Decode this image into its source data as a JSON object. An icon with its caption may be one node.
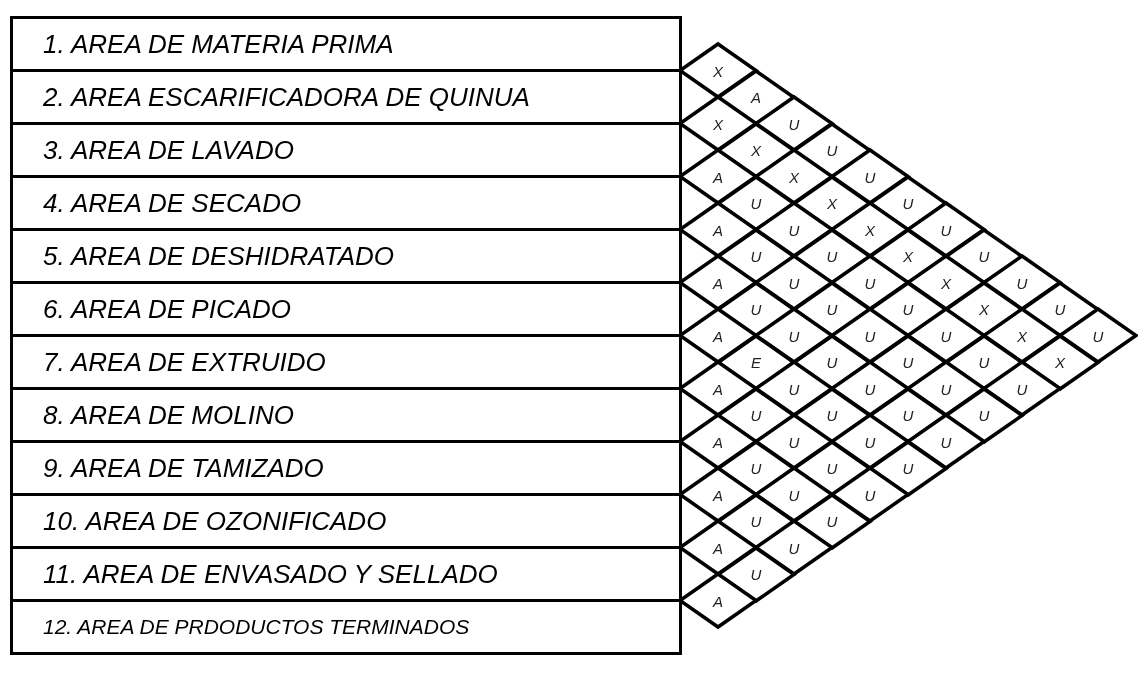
{
  "diagram": {
    "nodes": [
      {
        "text": [
          "1. AREA DE MATERIA PRIMA"
        ]
      },
      {
        "text": [
          "2. AREA ESCARIFICADORA DE QUINUA"
        ]
      },
      {
        "text": [
          "3. AREA DE LAVADO"
        ]
      },
      {
        "text": [
          "4. AREA DE SECADO"
        ]
      },
      {
        "text": [
          "5. AREA DE DESHIDRATADO"
        ]
      },
      {
        "text": [
          "6. AREA DE PICADO"
        ]
      },
      {
        "text": [
          "7. AREA DE EXTRUIDO"
        ]
      },
      {
        "text": [
          "8. AREA DE MOLINO"
        ]
      },
      {
        "text": [
          "9. AREA DE TAMIZADO"
        ]
      },
      {
        "text": [
          "10. AREA DE OZONIFICADO"
        ]
      },
      {
        "text": [
          "11. AREA DE ENVASADO Y SELLADO"
        ]
      },
      {
        "text": [
          "12. AREA DE PRDODUCTOS TERMINADOS"
        ]
      },
      {
        "text": [
          "X"
        ]
      },
      {
        "text": [
          "A"
        ]
      },
      {
        "text": [
          "X"
        ]
      },
      {
        "text": [
          "U"
        ]
      },
      {
        "text": [
          "X"
        ]
      },
      {
        "text": [
          "U"
        ]
      },
      {
        "text": [
          "A"
        ]
      },
      {
        "text": [
          "X"
        ]
      },
      {
        "text": [
          "U"
        ]
      },
      {
        "text": [
          "U"
        ]
      },
      {
        "text": [
          "X"
        ]
      },
      {
        "text": [
          "U"
        ]
      },
      {
        "text": [
          "A"
        ]
      },
      {
        "text": [
          "U"
        ]
      },
      {
        "text": [
          "X"
        ]
      },
      {
        "text": [
          "U"
        ]
      },
      {
        "text": [
          "U"
        ]
      },
      {
        "text": [
          "U"
        ]
      },
      {
        "text": [
          "X"
        ]
      },
      {
        "text": [
          "U"
        ]
      },
      {
        "text": [
          "A"
        ]
      },
      {
        "text": [
          "U"
        ]
      },
      {
        "text": [
          "U"
        ]
      },
      {
        "text": [
          "X"
        ]
      },
      {
        "text": [
          "U"
        ]
      },
      {
        "text": [
          "U"
        ]
      },
      {
        "text": [
          "U"
        ]
      },
      {
        "text": [
          "U"
        ]
      },
      {
        "text": [
          "X"
        ]
      },
      {
        "text": [
          "U"
        ]
      },
      {
        "text": [
          "A"
        ]
      },
      {
        "text": [
          "U"
        ]
      },
      {
        "text": [
          "U"
        ]
      },
      {
        "text": [
          "U"
        ]
      },
      {
        "text": [
          "X"
        ]
      },
      {
        "text": [
          "U"
        ]
      },
      {
        "text": [
          "E"
        ]
      },
      {
        "text": [
          "U"
        ]
      },
      {
        "text": [
          "U"
        ]
      },
      {
        "text": [
          "U"
        ]
      },
      {
        "text": [
          "X"
        ]
      },
      {
        "text": [
          "A"
        ]
      },
      {
        "text": [
          "U"
        ]
      },
      {
        "text": [
          "U"
        ]
      },
      {
        "text": [
          "U"
        ]
      },
      {
        "text": [
          "U"
        ]
      },
      {
        "text": [
          "U"
        ]
      },
      {
        "text": [
          "U"
        ]
      },
      {
        "text": [
          "U"
        ]
      },
      {
        "text": [
          "U"
        ]
      },
      {
        "text": [
          "A"
        ]
      },
      {
        "text": [
          "U"
        ]
      },
      {
        "text": [
          "U"
        ]
      },
      {
        "text": [
          "U"
        ]
      },
      {
        "text": [
          "U"
        ]
      },
      {
        "text": [
          "U"
        ]
      },
      {
        "text": [
          "U"
        ]
      },
      {
        "text": [
          "A"
        ]
      },
      {
        "text": [
          "U"
        ]
      },
      {
        "text": [
          "U"
        ]
      },
      {
        "text": [
          "U"
        ]
      },
      {
        "text": [
          "U"
        ]
      },
      {
        "text": [
          "A"
        ]
      },
      {
        "text": [
          "U"
        ]
      },
      {
        "text": [
          "U"
        ]
      },
      {
        "text": [
          "A"
        ]
      }
    ]
  }
}
